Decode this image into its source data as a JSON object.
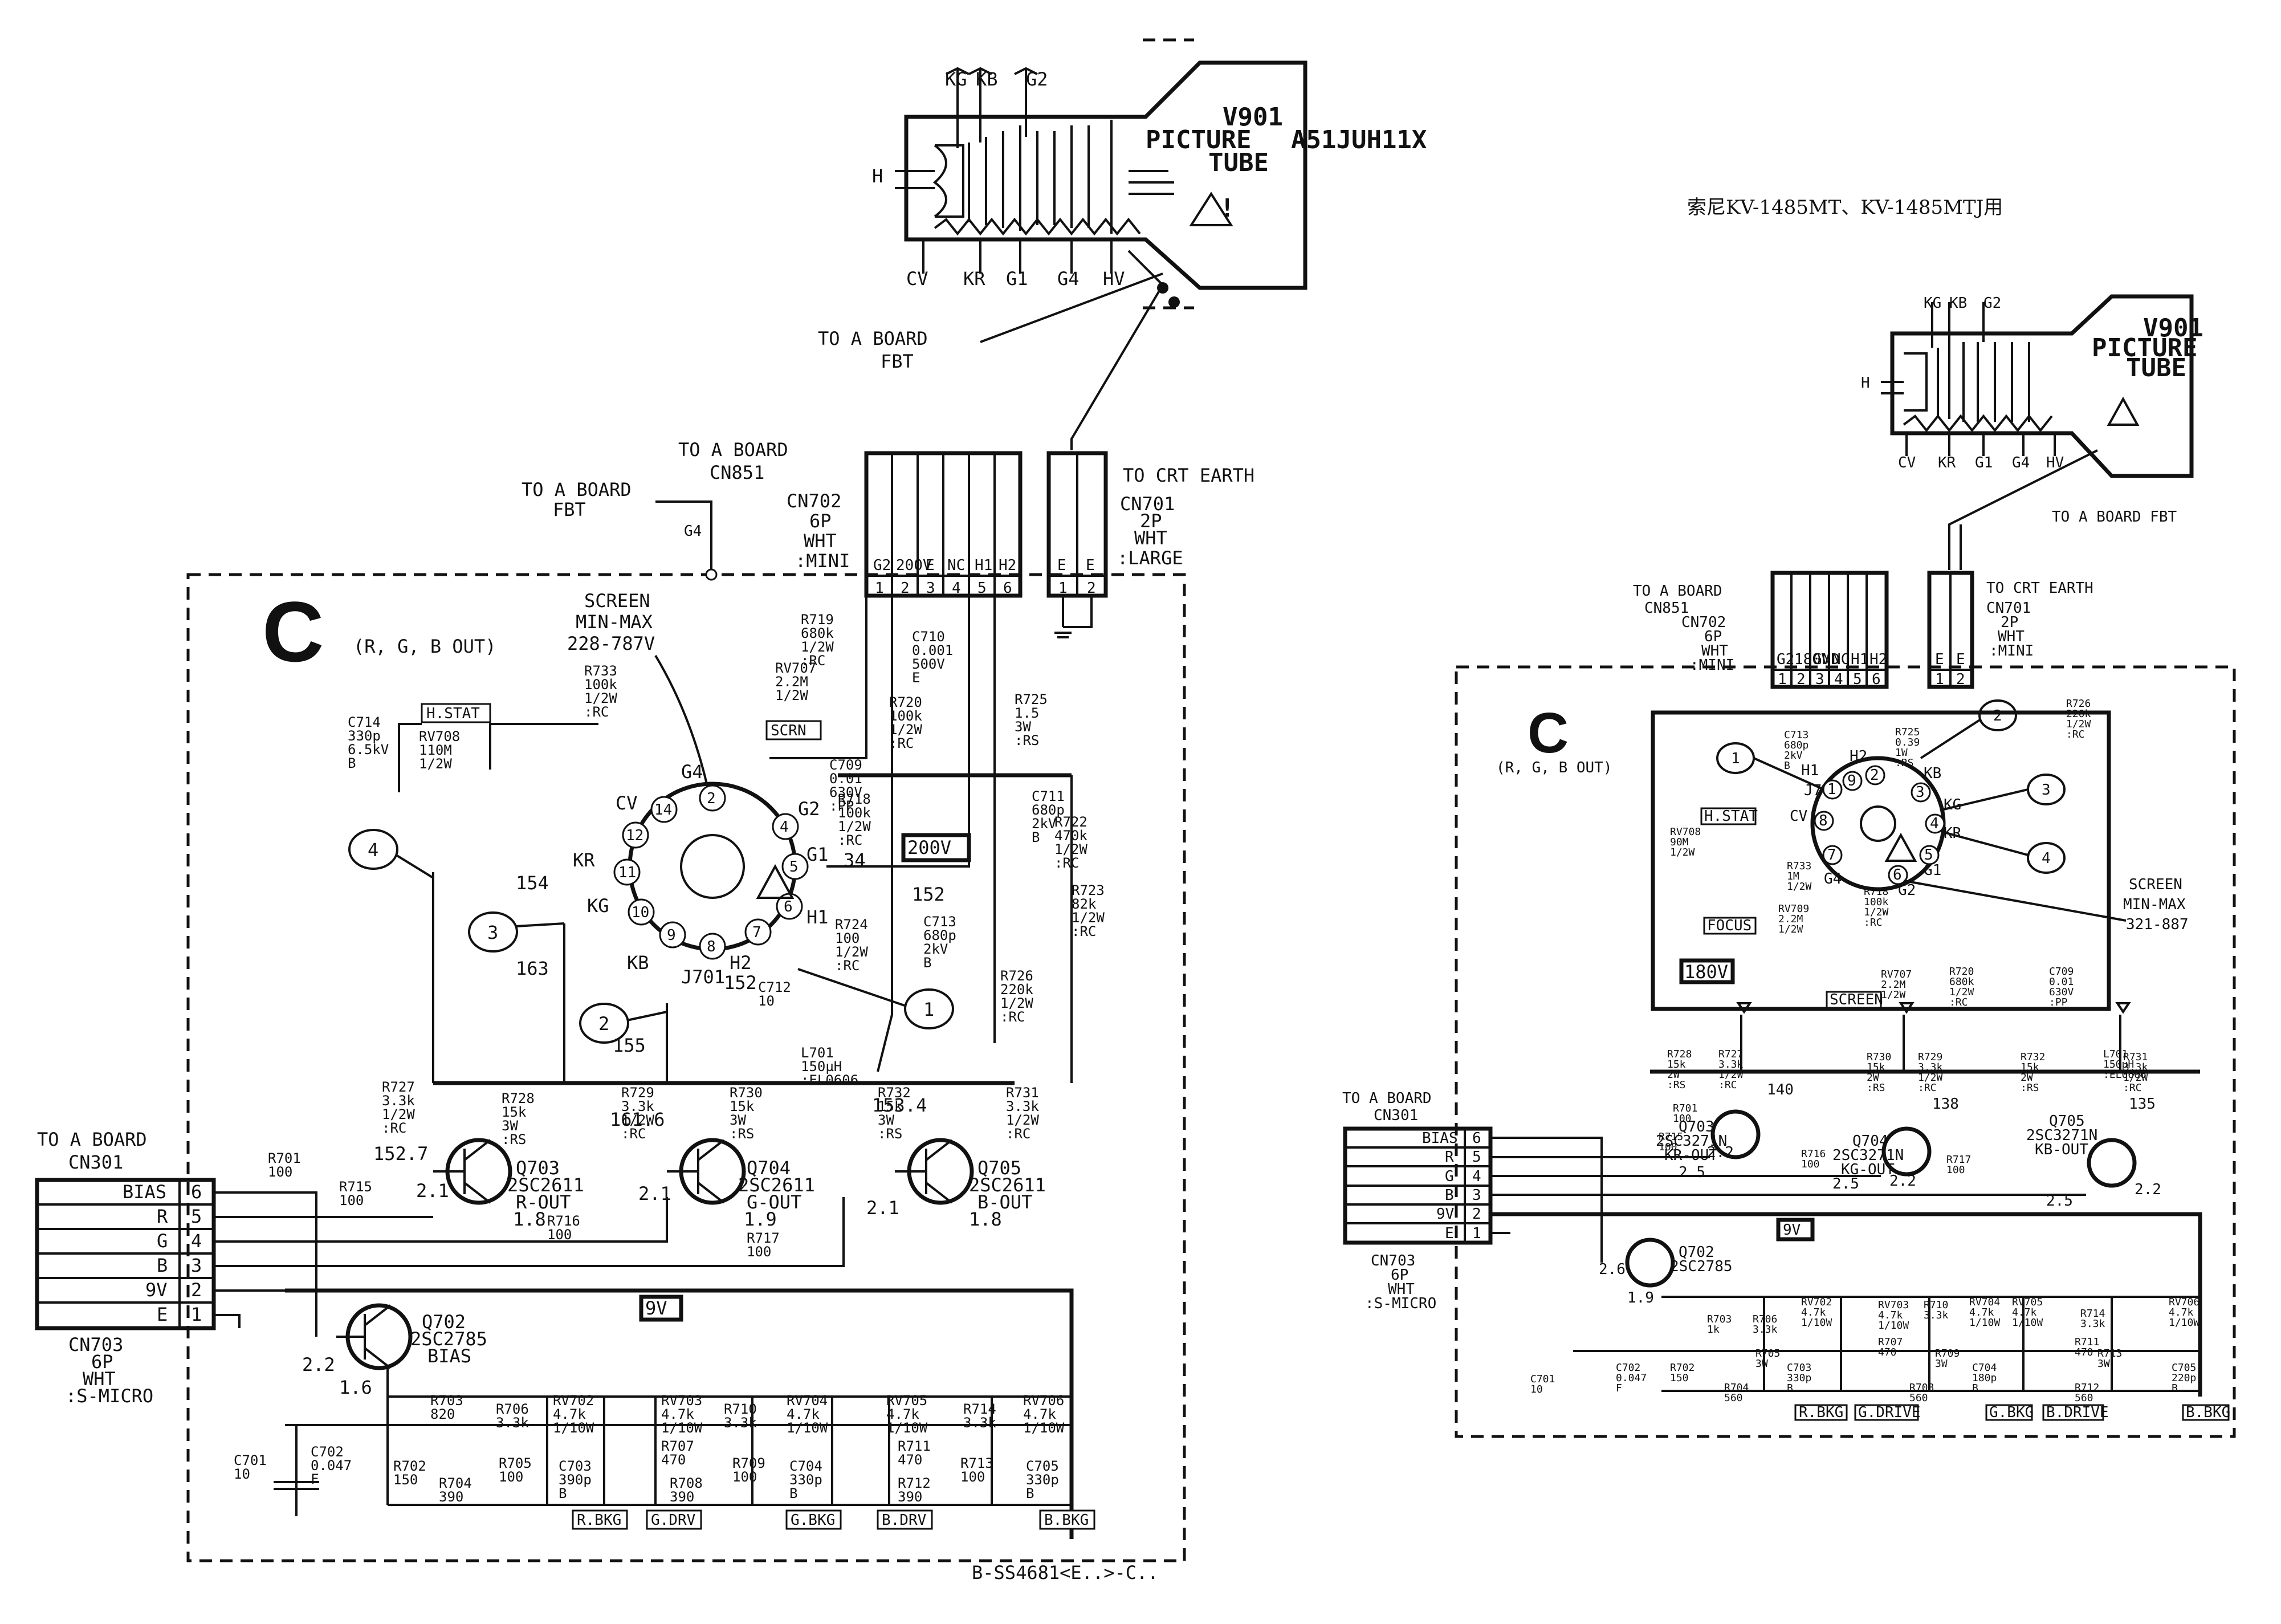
{
  "left": {
    "board_letter": "C",
    "board_desc": "(R, G, B OUT)",
    "tube_name": "V901",
    "tube_type": "PICTURE",
    "tube_model": "A51JUH11X",
    "tube_word": "TUBE",
    "tube_top_pins": [
      "KG",
      "KB",
      "G2"
    ],
    "tube_bottom_pins": [
      "CV",
      "KR",
      "G1",
      "G4",
      "HV"
    ],
    "tube_h": "H",
    "to_fbt_1": "TO A BOARD",
    "fbt_1": "FBT",
    "to_board_cn851": "TO A BOARD",
    "cn851": "CN851",
    "cn702": [
      "CN702",
      "6P",
      "WHT",
      ":MINI"
    ],
    "cn702_pins": [
      "G2",
      "200V",
      "E",
      "NC",
      "H1",
      "H2"
    ],
    "cn702_nums": [
      "1",
      "2",
      "3",
      "4",
      "5",
      "6"
    ],
    "to_crt_earth": "TO CRT EARTH",
    "cn701": [
      "CN701",
      "2P",
      "WHT",
      ":LARGE"
    ],
    "cn701_pins": [
      "E",
      "E"
    ],
    "cn701_nums": [
      "1",
      "2"
    ],
    "to_fbt_2": "TO A BOARD",
    "fbt_2": "FBT",
    "g4": "G4",
    "screen": [
      "SCREEN",
      "MIN-MAX",
      "228-787V"
    ],
    "scrn": "SCRN",
    "hstat": "H.STAT",
    "v200": "200V",
    "v9": "9V",
    "j701": "J701",
    "socket_pins": [
      "2",
      "4",
      "5",
      "6",
      "7",
      "8",
      "9",
      "10",
      "11",
      "12",
      "14"
    ],
    "socket_labels": [
      "CV",
      "G4",
      "G2",
      "G1",
      "H1",
      "H2",
      "KR",
      "KG",
      "KB"
    ],
    "circles": [
      "4",
      "3",
      "2",
      "1"
    ],
    "to_board_cn301": "TO A BOARD",
    "cn301": "CN301",
    "cn301_rows": [
      {
        "name": "BIAS",
        "num": "6"
      },
      {
        "name": "R",
        "num": "5"
      },
      {
        "name": "G",
        "num": "4"
      },
      {
        "name": "B",
        "num": "3"
      },
      {
        "name": "9V",
        "num": "2"
      },
      {
        "name": "E",
        "num": "1"
      }
    ],
    "cn703": [
      "CN703",
      "6P",
      "WHT",
      ":S-MICRO"
    ],
    "transistors": [
      {
        "ref": "Q703",
        "type": "2SC2611",
        "role": "R-OUT"
      },
      {
        "ref": "Q704",
        "type": "2SC2611",
        "role": "G-OUT"
      },
      {
        "ref": "Q705",
        "type": "2SC2611",
        "role": "B-OUT"
      },
      {
        "ref": "Q702",
        "type": "2SC2785",
        "role": "BIAS"
      }
    ],
    "components": [
      [
        "C714",
        "330p",
        "6.5kV",
        "B"
      ],
      [
        "RV708",
        "110M",
        "1/2W"
      ],
      [
        "R733",
        "100k",
        "1/2W",
        ":RC"
      ],
      [
        "R719",
        "680k",
        "1/2W",
        ":RC"
      ],
      [
        "RV707",
        "2.2M",
        "1/2W"
      ],
      [
        "C710",
        "0.001",
        "500V",
        "E"
      ],
      [
        "R720",
        "100k",
        "1/2W",
        ":RC"
      ],
      [
        "C709",
        "0.01",
        "630V",
        ":PP"
      ],
      [
        "R725",
        "1.5",
        "3W",
        ":RS"
      ],
      [
        "R718",
        "100k",
        "1/2W",
        ":RC"
      ],
      [
        "C711",
        "680p",
        "2kV",
        "B"
      ],
      [
        "R722",
        "470k",
        "1/2W",
        ":RC"
      ],
      [
        "R723",
        "82k",
        "1/2W",
        ":RC"
      ],
      [
        "R724",
        "100",
        "1/2W",
        ":RC"
      ],
      [
        "C713",
        "680p",
        "2kV",
        "B"
      ],
      [
        "C712",
        "10"
      ],
      [
        "R726",
        "220k",
        "1/2W",
        ":RC"
      ],
      [
        "L701",
        "150µH",
        ":EL0606"
      ],
      [
        "R727",
        "3.3k",
        "1/2W",
        ":RC"
      ],
      [
        "R728",
        "15k",
        "3W",
        ":RS"
      ],
      [
        "R729",
        "3.3k",
        "1/2W",
        ":RC"
      ],
      [
        "R730",
        "15k",
        "3W",
        ":RS"
      ],
      [
        "R732",
        "15k",
        "3W",
        ":RS"
      ],
      [
        "R731",
        "3.3k",
        "1/2W",
        ":RC"
      ],
      [
        "R701",
        "100"
      ],
      [
        "R715",
        "100"
      ],
      [
        "R716",
        "100"
      ],
      [
        "R717",
        "100"
      ],
      [
        "R703",
        "820"
      ],
      [
        "R706",
        "3.3k"
      ],
      [
        "RV702",
        "4.7k",
        "1/10W"
      ],
      [
        "RV703",
        "4.7k",
        "1/10W"
      ],
      [
        "R707",
        "470"
      ],
      [
        "R710",
        "3.3k"
      ],
      [
        "RV704",
        "4.7k",
        "1/10W"
      ],
      [
        "RV705",
        "4.7k",
        "1/10W"
      ],
      [
        "R714",
        "3.3k"
      ],
      [
        "RV706",
        "4.7k",
        "1/10W"
      ],
      [
        "R711",
        "470"
      ],
      [
        "C701",
        "10"
      ],
      [
        "C702",
        "0.047",
        "F"
      ],
      [
        "R702",
        "150"
      ],
      [
        "R704",
        "390"
      ],
      [
        "R705",
        "100"
      ],
      [
        "C703",
        "390p",
        "B"
      ],
      [
        "R708",
        "390"
      ],
      [
        "R709",
        "100"
      ],
      [
        "C704",
        "330p",
        "B"
      ],
      [
        "R712",
        "390"
      ],
      [
        "R713",
        "100"
      ],
      [
        "C705",
        "330p",
        "B"
      ]
    ],
    "voltages": [
      "154",
      "163",
      "155",
      "152",
      "34",
      "152",
      "152.7",
      "161.6",
      "153.4",
      "2.1",
      "2.1",
      "2.1",
      "1.8",
      "1.9",
      "1.8",
      "2.2",
      "1.6"
    ],
    "tags": [
      "R.BKG",
      "G.DRV",
      "G.BKG",
      "B.DRV",
      "B.BKG"
    ],
    "footer": "B-SS4681<E..>-C.."
  },
  "right": {
    "caption": "索尼KV-1485MT、KV-1485MTJ用",
    "tube_name": "V901",
    "tube_type": "PICTURE",
    "tube_word": "TUBE",
    "tube_top_pins": [
      "KG",
      "KB",
      "G2"
    ],
    "tube_bottom_pins": [
      "CV",
      "KR",
      "G1",
      "G4",
      "HV"
    ],
    "tube_h": "H",
    "to_fbt": "TO A BOARD FBT",
    "to_board_cn851": "TO A BOARD",
    "cn851": "CN851",
    "cn702": [
      "CN702",
      "6P",
      "WHT",
      ":MINI"
    ],
    "cn702_pins": [
      "G2",
      "180V",
      "GND",
      "NC",
      "H1",
      "H2"
    ],
    "cn702_nums": [
      "1",
      "2",
      "3",
      "4",
      "5",
      "6"
    ],
    "to_crt_earth": "TO CRT EARTH",
    "cn701": [
      "CN701",
      "2P",
      "WHT",
      ":MINI"
    ],
    "cn701_pins": [
      "E",
      "E"
    ],
    "cn701_nums": [
      "1",
      "2"
    ],
    "board_letter": "C",
    "board_desc": "(R, G, B OUT)",
    "j701": "J701",
    "socket_pins": [
      "1",
      "2",
      "3",
      "4",
      "5",
      "6",
      "7",
      "8",
      "9"
    ],
    "socket_labels": [
      "CV",
      "H1",
      "H2",
      "KB",
      "KG",
      "KR",
      "G1",
      "G2",
      "G4"
    ],
    "circles": [
      "1",
      "2",
      "3",
      "4"
    ],
    "screen": [
      "SCREEN",
      "MIN-MAX",
      "321-887"
    ],
    "hstat": "H.STAT",
    "focus": "FOCUS",
    "screen_tag": "SCREEN",
    "v180": "180V",
    "v9": "9V",
    "to_board_cn301": "TO A BOARD",
    "cn301": "CN301",
    "cn301_rows": [
      {
        "name": "BIAS",
        "num": "6"
      },
      {
        "name": "R",
        "num": "5"
      },
      {
        "name": "G",
        "num": "4"
      },
      {
        "name": "B",
        "num": "3"
      },
      {
        "name": "9V",
        "num": "2"
      },
      {
        "name": "E",
        "num": "1"
      }
    ],
    "cn703": [
      "CN703",
      "6P",
      "WHT",
      ":S-MICRO"
    ],
    "transistors": [
      {
        "ref": "Q703",
        "type": "2SC3271N",
        "role": "KR-OUT"
      },
      {
        "ref": "Q704",
        "type": "2SC3271N",
        "role": "KG-OUT"
      },
      {
        "ref": "Q705",
        "type": "2SC3271N",
        "role": "KB-OUT"
      },
      {
        "ref": "Q702",
        "type": "2SC2785",
        "role": ""
      }
    ],
    "components": [
      [
        "C713",
        "680p",
        "2kV",
        "B"
      ],
      [
        "R725",
        "0.39",
        "1W",
        ":RS"
      ],
      [
        "R726",
        "220k",
        "1/2W",
        ":RC"
      ],
      [
        "RV708",
        "90M",
        "1/2W"
      ],
      [
        "R733",
        "1M",
        "1/2W"
      ],
      [
        "RV709",
        "2.2M",
        "1/2W"
      ],
      [
        "R718",
        "100k",
        "1/2W",
        ":RC"
      ],
      [
        "RV707",
        "2.2M",
        "1/2W"
      ],
      [
        "R720",
        "680k",
        "1/2W",
        ":RC"
      ],
      [
        "C709",
        "0.01",
        "630V",
        ":PP"
      ],
      [
        "R728",
        "15k",
        "2W",
        ":RS"
      ],
      [
        "R727",
        "3.3k",
        "1/2W",
        ":RC"
      ],
      [
        "R730",
        "15k",
        "2W",
        ":RS"
      ],
      [
        "R729",
        "3.3k",
        "1/2W",
        ":RC"
      ],
      [
        "R732",
        "15k",
        "2W",
        ":RS"
      ],
      [
        "L701",
        "150µH",
        ":EL0606"
      ],
      [
        "R731",
        "3.3k",
        "1/2W",
        ":RC"
      ],
      [
        "R701",
        "100"
      ],
      [
        "R715",
        "100"
      ],
      [
        "R716",
        "100"
      ],
      [
        "R717",
        "100"
      ],
      [
        "R703",
        "1k"
      ],
      [
        "R706",
        "3.3k"
      ],
      [
        "RV702",
        "4.7k",
        "1/10W"
      ],
      [
        "RV703",
        "4.7k",
        "1/10W"
      ],
      [
        "R710",
        "3.3k"
      ],
      [
        "RV704",
        "4.7k",
        "1/10W"
      ],
      [
        "RV705",
        "4.7k",
        "1/10W"
      ],
      [
        "R714",
        "3.3k"
      ],
      [
        "RV706",
        "4.7k",
        "1/10W"
      ],
      [
        "R705",
        "3W"
      ],
      [
        "R707",
        "470"
      ],
      [
        "R709",
        "3W"
      ],
      [
        "R711",
        "470"
      ],
      [
        "R713",
        "3W"
      ],
      [
        "C701",
        "10"
      ],
      [
        "C702",
        "0.047",
        "F"
      ],
      [
        "R702",
        "150"
      ],
      [
        "R704",
        "560"
      ],
      [
        "C703",
        "330p",
        "B"
      ],
      [
        "R708",
        "560"
      ],
      [
        "C704",
        "180p",
        "B"
      ],
      [
        "R712",
        "560"
      ],
      [
        "C705",
        "220p",
        "B"
      ]
    ],
    "voltages": [
      "140",
      "2.2",
      "2.5",
      "138",
      "2.2",
      "2.5",
      "135",
      "2.2",
      "2.5",
      "2.6",
      "1.9"
    ],
    "tags": [
      "R.BKG",
      "G.DRIVE",
      "G.BKG",
      "B.DRIVE",
      "B.BKG"
    ]
  }
}
